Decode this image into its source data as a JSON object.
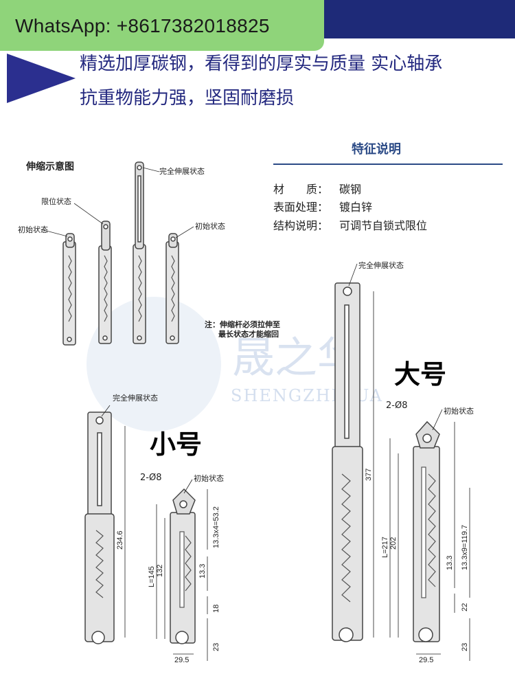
{
  "whatsapp": "WhatsApp: +8617382018825",
  "headline": {
    "line1": "精选加厚碳钢，看得到的厚实与质量 实心轴承",
    "line2": "抗重物能力强，坚固耐磨损"
  },
  "schematic": {
    "title": "伸缩示意图",
    "state_limit": "限位状态",
    "state_initial_left": "初始状态",
    "state_full": "完全伸展状态",
    "state_initial_right": "初始状态",
    "note_line1": "注：伸缩杆必须拉伸至",
    "note_line2": "最长状态才能缩回"
  },
  "features": {
    "title": "特征说明",
    "rows": [
      {
        "key": "材　　质：",
        "value": "碳钢"
      },
      {
        "key": "表面处理：",
        "value": "镀白锌"
      },
      {
        "key": "结构说明：",
        "value": "可调节自锁式限位"
      }
    ]
  },
  "watermark": {
    "brand": "晟之华",
    "brand_en": "SHENGZHIHUA"
  },
  "small": {
    "label": "小号",
    "full_state": "完全伸展状态",
    "initial_state": "初始状态",
    "holes": "2-Ø8",
    "full_length": "234.6",
    "L": "L=145",
    "inner": "132",
    "step_total": "13.3x4=53.2",
    "step": "13.3",
    "gap": "18",
    "bottom": "23",
    "width": "29.5"
  },
  "large": {
    "label": "大号",
    "full_state": "完全伸展状态",
    "initial_state": "初始状态",
    "holes": "2-Ø8",
    "full_length": "377",
    "L": "L=217",
    "inner": "202",
    "step_total": "13.3x9=119.7",
    "step": "13.3",
    "gap": "22",
    "bottom": "23",
    "width": "29.5"
  }
}
